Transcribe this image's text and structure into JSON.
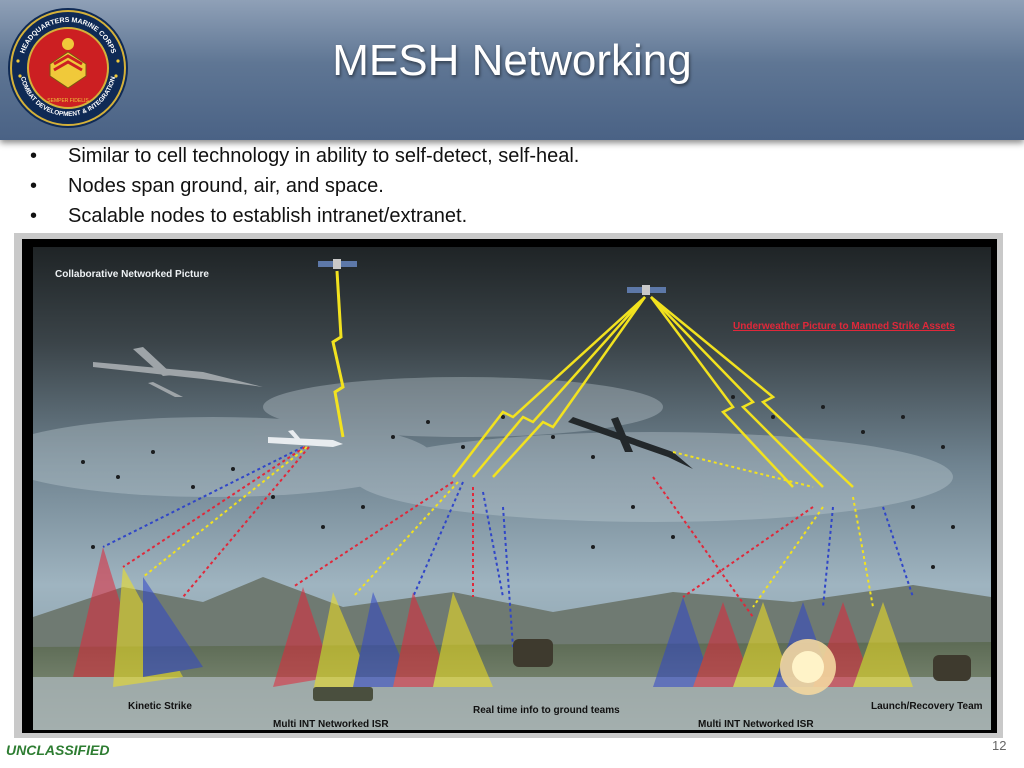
{
  "slide": {
    "title": "MESH Networking",
    "bullets": [
      "Similar to cell technology in ability to self-detect, self-heal.",
      "Nodes span ground, air, and space.",
      "Scalable nodes to establish intranet/extranet."
    ],
    "bullet_marker": "•",
    "classification": "UNCLASSIFIED",
    "page_number": "12",
    "seal": {
      "outer_text": "HEADQUARTERS MARINE CORPS",
      "inner_text": "COMBAT DEVELOPMENT & INTEGRATION",
      "motto": "SEMPER FIDELIS"
    }
  },
  "figure": {
    "labels": {
      "top_left": "Collaborative Networked Picture",
      "top_right": "Underweather Picture to Manned Strike Assets",
      "bottom_kinetic": "Kinetic Strike",
      "bottom_realtime": "Real time info to ground teams",
      "bottom_isr_left": "Multi INT Networked ISR",
      "bottom_isr_right": "Multi INT Networked ISR",
      "bottom_launch": "Launch/Recovery Team"
    }
  },
  "colors": {
    "header_top": "#8fa0b7",
    "header_bottom": "#4a6285",
    "classification": "#2e7d32",
    "link_yellow": "#f2e21f",
    "link_red": "#e0283a",
    "link_blue": "#3046c8"
  },
  "icons": [
    "satellite-icon",
    "cargo-aircraft-icon",
    "uav-icon",
    "lightning-link-icon",
    "explosion-icon",
    "soldier-icon"
  ]
}
